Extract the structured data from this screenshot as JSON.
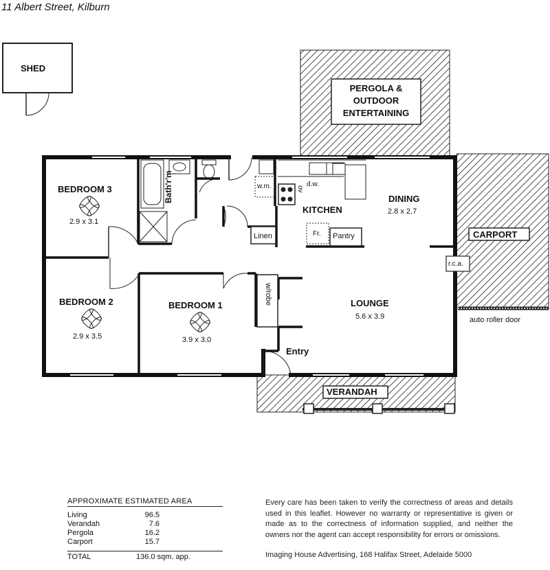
{
  "address": "11 Albert Street, Kilburn",
  "rooms": {
    "shed": {
      "name": "SHED"
    },
    "pergola": {
      "lines": [
        "PERGOLA &",
        "OUTDOOR",
        "ENTERTAINING"
      ]
    },
    "bedroom3": {
      "name": "BEDROOM 3",
      "size": "2.9 x 3.1"
    },
    "bedroom2": {
      "name": "BEDROOM 2",
      "size": "2.9 x 3.5"
    },
    "bedroom1": {
      "name": "BEDROOM 1",
      "size": "3.9 x 3.0"
    },
    "bathroom": {
      "name": "Bath'r'm"
    },
    "kitchen": {
      "name": "KITCHEN"
    },
    "dining": {
      "name": "DINING",
      "size": "2.8 x 2.7"
    },
    "lounge": {
      "name": "LOUNGE",
      "size": "5.6 x 3.9"
    },
    "carport": {
      "name": "CARPORT"
    },
    "verandah": {
      "name": "VERANDAH"
    },
    "entry": {
      "name": "Entry"
    }
  },
  "fixtures": {
    "washing_machine": "w.m.",
    "dishwasher": "d.w.",
    "oven": "ov",
    "linen": "Linen",
    "fridge": "Fr.",
    "pantry": "Pantry",
    "wardrobe": "w/robe",
    "rca": "r.c.a.",
    "roller_door": "auto roller door"
  },
  "area_table": {
    "heading": "APPROXIMATE ESTIMATED AREA",
    "rows": [
      {
        "name": "Living",
        "value": "96.5"
      },
      {
        "name": "Verandah",
        "value": "7.6"
      },
      {
        "name": "Pergola",
        "value": "16.2"
      },
      {
        "name": "Carport",
        "value": "15.7"
      }
    ],
    "total_label": "TOTAL",
    "total_value": "136.0 sqm. app."
  },
  "disclaimer": "Every care has been taken to verify the correctness of areas and details used in this leaflet. However no warranty or representative is given or made as to the correctness of information supplied, and neither the owners nor the agent can accept responsibility for errors or omissions.",
  "credit": "Imaging House Advertising, 168 Halifax Street, Adelaide 5000"
}
